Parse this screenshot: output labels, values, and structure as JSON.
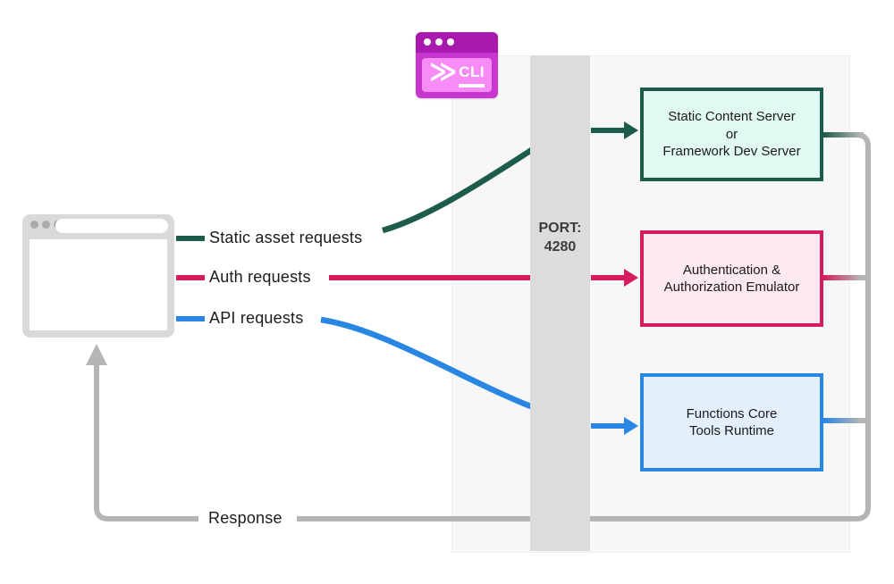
{
  "colors": {
    "green": "#1d5b4a",
    "pink": "#d41c5e",
    "blue": "#2a86e3",
    "gray-line": "#b5b5b5",
    "panel-bg": "#f7f7f7",
    "bar-bg": "#dcdcdc",
    "green-box-bg": "#e0faf3",
    "pink-box-bg": "#fbe8f0",
    "blue-box-bg": "#e4effc",
    "browser-frame": "#d9d9d9",
    "cli-title": "#a81aae",
    "cli-frame": "#c836cf",
    "cli-inner": "#f78cf7",
    "text": "#1b1b1b"
  },
  "labels": {
    "static_assets": "Static asset requests",
    "auth": "Auth requests",
    "api": "API requests",
    "response": "Response"
  },
  "port_bar": {
    "line1": "PORT:",
    "line2": "4280"
  },
  "cli": {
    "label": "CLI"
  },
  "boxes": {
    "static": {
      "line1": "Static Content Server",
      "line2": "or",
      "line3": "Framework Dev Server"
    },
    "auth": {
      "line1": "Authentication &",
      "line2": "Authorization Emulator"
    },
    "functions": {
      "line1": "Functions Core",
      "line2": "Tools Runtime"
    }
  }
}
